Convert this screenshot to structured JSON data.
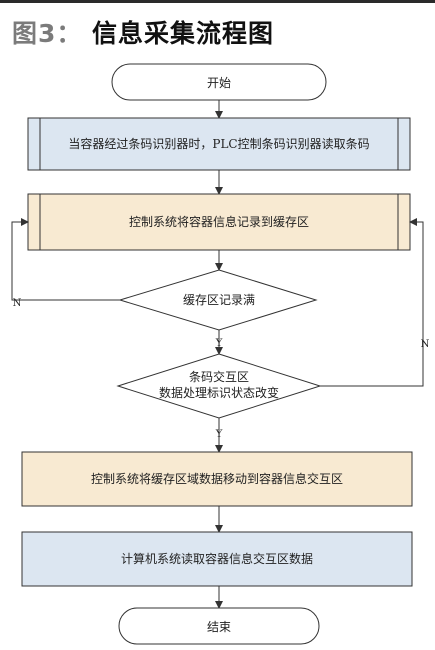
{
  "figure": {
    "label": "图3：",
    "title": "信息采集流程图"
  },
  "flow": {
    "start": "开始",
    "step1": "当容器经过条码识别器时，PLC控制条码识别器读取条码",
    "step2": "控制系统将容器信息记录到缓存区",
    "decision1": "缓存区记录满",
    "decision2_line1": "条码交互区",
    "decision2_line2": "数据处理标识状态改变",
    "step3": "控制系统将缓存区域数据移动到容器信息交互区",
    "step4": "计算机系统读取容器信息交互区数据",
    "end": "结束",
    "no_label_left": "N",
    "no_label_right": "N",
    "yes_label_1": "Y",
    "yes_label_2": "Y"
  },
  "colors": {
    "blue_box": "#dce6f1",
    "tan_box": "#f8ead2",
    "stroke": "#333333",
    "title_gray": "#7b7b7b"
  }
}
